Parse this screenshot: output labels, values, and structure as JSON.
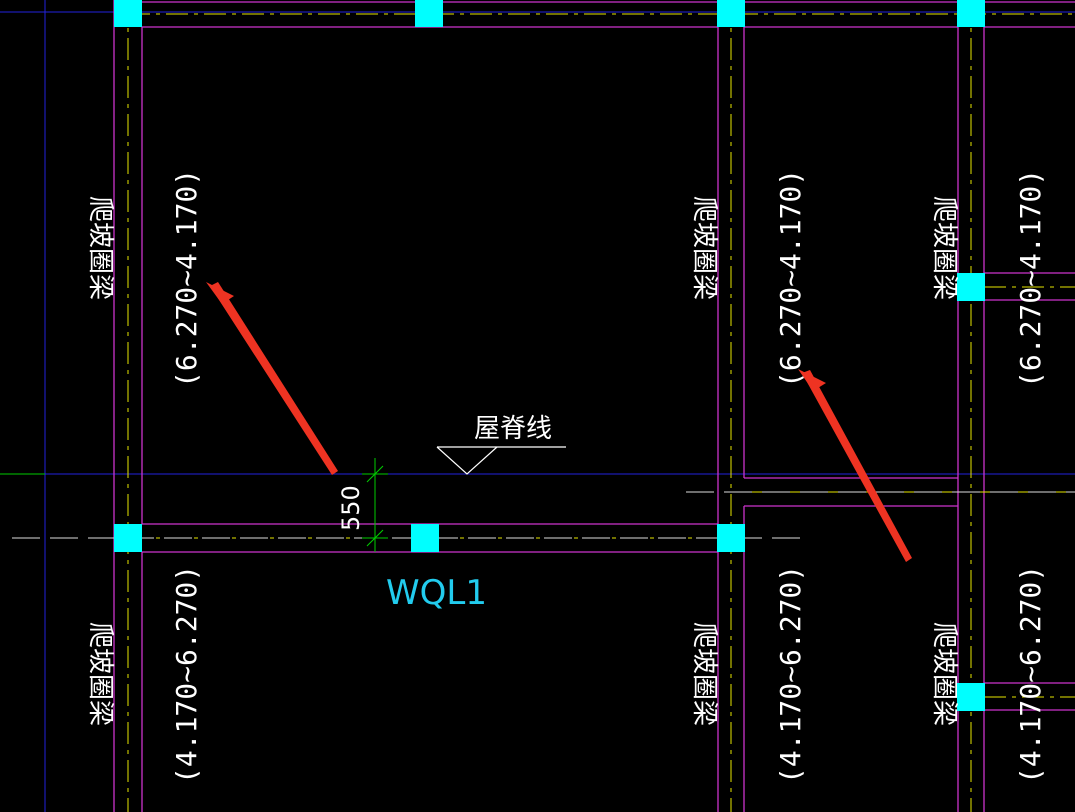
{
  "colors": {
    "background": "#000000",
    "beam_outline": "#cc33cc",
    "centerline": "#e6e600",
    "grid_axis": "#2222dd",
    "column": "#00ffff",
    "dimension": "#00cc00",
    "arrow": "#ee3322",
    "text": "#ffffff",
    "label": "#22ccee"
  },
  "beam_labels": {
    "upper_left": "爬坡圈梁",
    "upper_middle": "爬坡圈梁",
    "upper_right": "爬坡圈梁",
    "lower_left": "爬坡圈梁",
    "lower_middle": "爬坡圈梁",
    "lower_right": "爬坡圈梁"
  },
  "elevations": {
    "upper_left": "(6.270~4.170)",
    "upper_middle": "(6.270~4.170)",
    "upper_right": "(6.270~4.170)",
    "lower_left": "(4.170~6.270)",
    "lower_middle": "(4.170~6.270)",
    "lower_right": "(4.170~6.270)"
  },
  "ridge_label": "屋脊线",
  "dimension_value": "550",
  "beam_tag": "WQL1",
  "arrow_icons": [
    "arrow-icon",
    "arrow-icon"
  ]
}
